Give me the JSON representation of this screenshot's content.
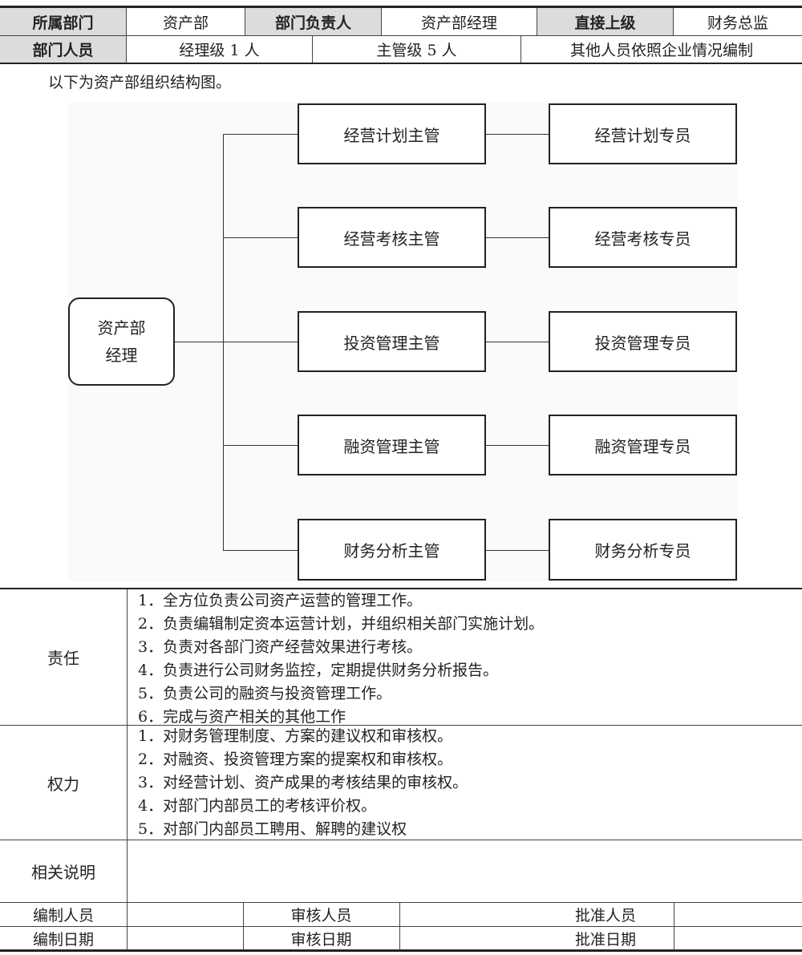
{
  "header": {
    "dept_label": "所属部门",
    "dept_value": "资产部",
    "head_label": "部门负责人",
    "head_value": "资产部经理",
    "superior_label": "直接上级",
    "superior_value": "财务总监",
    "staff_label": "部门人员",
    "staff_manager": "经理级 1 人",
    "staff_supervisor": "主管级 5 人",
    "staff_other": "其他人员依照企业情况编制"
  },
  "intro": "以下为资产部组织结构图。",
  "org": {
    "root_line1": "资产部",
    "root_line2": "经理",
    "rows": [
      {
        "supervisor": "经营计划主管",
        "specialist": "经营计划专员"
      },
      {
        "supervisor": "经营考核主管",
        "specialist": "经营考核专员"
      },
      {
        "supervisor": "投资管理主管",
        "specialist": "投资管理专员"
      },
      {
        "supervisor": "融资管理主管",
        "specialist": "融资管理专员"
      },
      {
        "supervisor": "财务分析主管",
        "specialist": "财务分析专员"
      }
    ]
  },
  "responsibility": {
    "label": "责任",
    "items": [
      "1．全方位负责公司资产运营的管理工作。",
      "2．负责编辑制定资本运营计划，并组织相关部门实施计划。",
      "3．负责对各部门资产经营效果进行考核。",
      "4．负责进行公司财务监控，定期提供财务分析报告。",
      "5．负责公司的融资与投资管理工作。",
      "6．完成与资产相关的其他工作"
    ]
  },
  "authority": {
    "label": "权力",
    "items": [
      "1．对财务管理制度、方案的建议权和审核权。",
      "2．对融资、投资管理方案的提案权和审核权。",
      "3．对经营计划、资产成果的考核结果的审核权。",
      "4．对部门内部员工的考核评价权。",
      "5．对部门内部员工聘用、解聘的建议权"
    ]
  },
  "notes": {
    "label": "相关说明"
  },
  "footer": {
    "compiler": "编制人员",
    "reviewer": "审核人员",
    "approver": "批准人员",
    "compile_date": "编制日期",
    "review_date": "审核日期",
    "approve_date": "批准日期"
  }
}
